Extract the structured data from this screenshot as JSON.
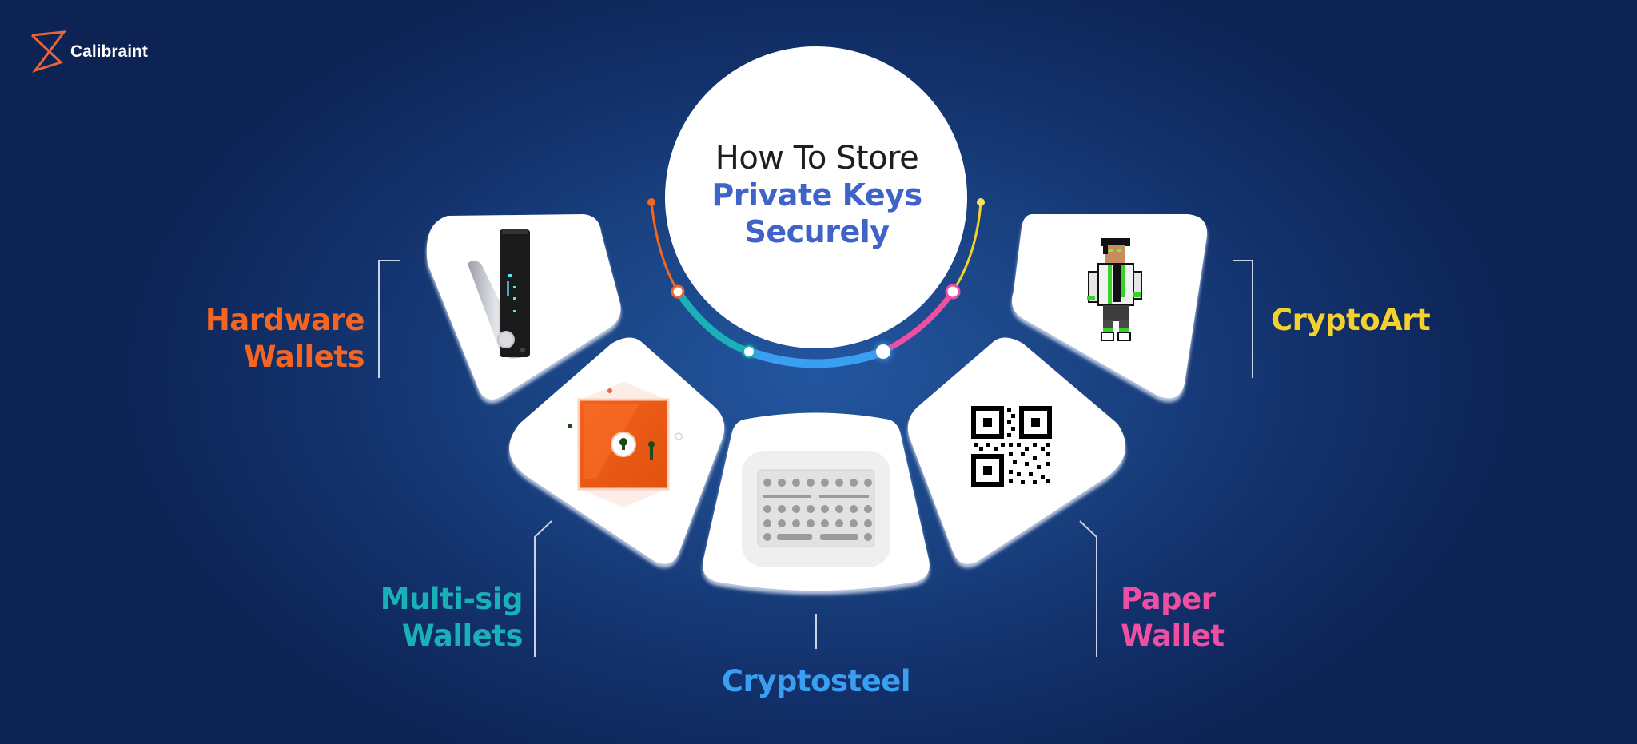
{
  "brand": {
    "name": "Calibraint",
    "logo_color": "#e8643a"
  },
  "title": {
    "line1": "How To Store",
    "line2": "Private Keys",
    "line3": "Securely",
    "line1_color": "#1e1e1e",
    "accent_color": "#3f63c9"
  },
  "items": [
    {
      "label_line1": "Hardware",
      "label_line2": "Wallets",
      "color": "#f26522",
      "icon": "hardware-wallet-usb-icon"
    },
    {
      "label_line1": "Multi-sig",
      "label_line2": "Wallets",
      "color": "#1ab0b8",
      "icon": "safe-lock-icon"
    },
    {
      "label_line1": "Cryptosteel",
      "label_line2": "",
      "color": "#3a9ff0",
      "icon": "cryptosteel-capsule-icon"
    },
    {
      "label_line1": "Paper",
      "label_line2": "Wallet",
      "color": "#ee4fa2",
      "icon": "qr-code-icon"
    },
    {
      "label_line1": "CryptoArt",
      "label_line2": "",
      "color": "#f4d22e",
      "icon": "pixel-art-character-icon"
    }
  ],
  "colors": {
    "background_center": "#2356a0",
    "background_edge": "#0c2353",
    "card": "#ffffff",
    "connector_line": "#c9d3e6"
  }
}
